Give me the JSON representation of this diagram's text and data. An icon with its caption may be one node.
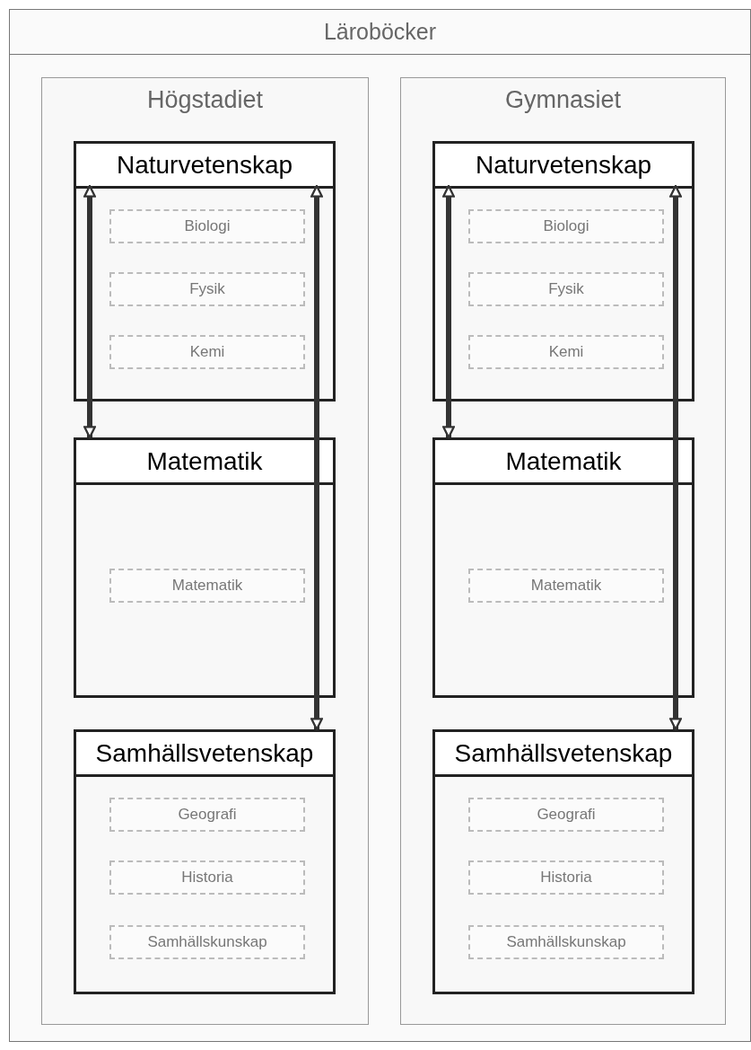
{
  "diagram": {
    "nodes": [
      {
        "text": [
          "Läroböcker"
        ]
      },
      {
        "text": [
          "Högstadiet"
        ],
        "in": 0
      },
      {
        "text": [
          "Naturvetenskap"
        ],
        "in": 1
      },
      {
        "text": [
          "Biologi"
        ],
        "in": 2
      },
      {
        "text": [
          "Fysik"
        ],
        "in": 2
      },
      {
        "text": [
          "Kemi"
        ],
        "in": 2
      },
      {
        "text": [
          "Matematik"
        ],
        "in": 1
      },
      {
        "text": [
          "Matematik"
        ],
        "in": 6
      },
      {
        "text": [
          "Samhällsvetenskap"
        ],
        "in": 1
      },
      {
        "text": [
          "Geografi"
        ],
        "in": 8
      },
      {
        "text": [
          "Historia"
        ],
        "in": 8
      },
      {
        "text": [
          "Samhällskunskap"
        ],
        "in": 8
      },
      {
        "text": [
          "Gymnasiet"
        ],
        "in": 0
      },
      {
        "text": [
          "Naturvetenskap"
        ],
        "in": 12
      },
      {
        "text": [
          "Biologi"
        ],
        "in": 13
      },
      {
        "text": [
          "Fysik"
        ],
        "in": 13
      },
      {
        "text": [
          "Kemi"
        ],
        "in": 13
      },
      {
        "text": [
          "Matematik"
        ],
        "in": 12
      },
      {
        "text": [
          "Matematik"
        ],
        "in": 17
      },
      {
        "text": [
          "Samhällsvetenskap"
        ],
        "in": 12
      },
      {
        "text": [
          "Geografi"
        ],
        "in": 19
      },
      {
        "text": [
          "Historia"
        ],
        "in": 19
      },
      {
        "text": [
          "Samhällskunskap"
        ],
        "in": 19
      }
    ],
    "edges": [
      {
        "from": 2,
        "to": 6,
        "arrow": "both"
      },
      {
        "from": 2,
        "to": 8,
        "arrow": "both"
      },
      {
        "from": 13,
        "to": 17,
        "arrow": "both"
      },
      {
        "from": 13,
        "to": 19,
        "arrow": "both"
      }
    ]
  }
}
